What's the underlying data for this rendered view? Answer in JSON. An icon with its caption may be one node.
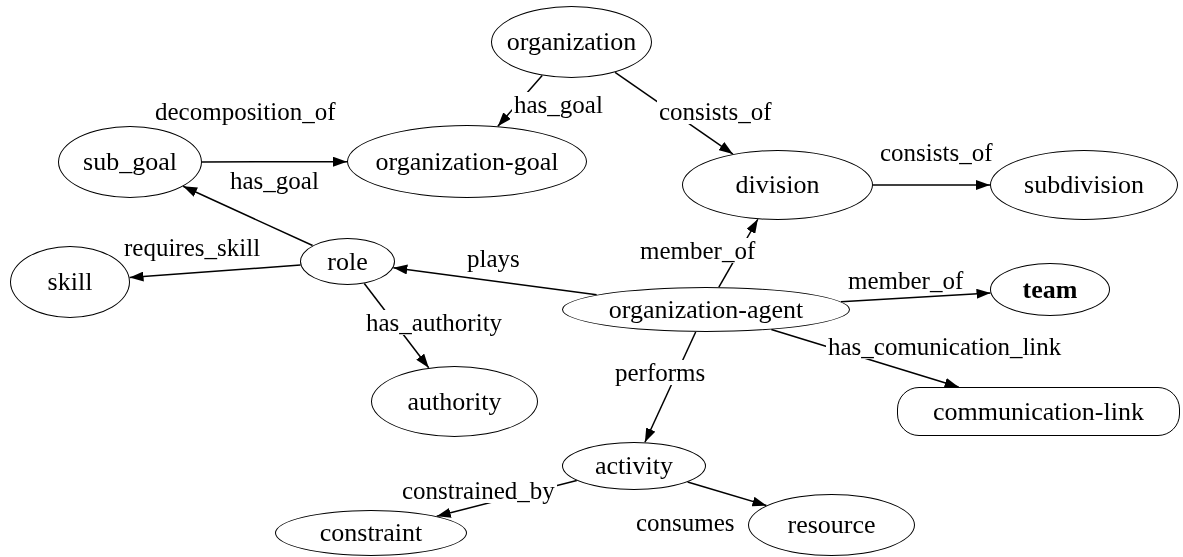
{
  "diagram": {
    "nodes": [
      {
        "text": [
          "organization"
        ]
      },
      {
        "text": [
          "organization-goal"
        ]
      },
      {
        "text": [
          "sub_goal"
        ]
      },
      {
        "text": [
          "division"
        ]
      },
      {
        "text": [
          "subdivision"
        ]
      },
      {
        "text": [
          "role"
        ]
      },
      {
        "text": [
          "skill"
        ]
      },
      {
        "text": [
          "organization-agent"
        ]
      },
      {
        "text": [
          "team"
        ]
      },
      {
        "text": [
          "authority"
        ]
      },
      {
        "text": [
          "communication-link"
        ]
      },
      {
        "text": [
          "activity"
        ]
      },
      {
        "text": [
          "constraint"
        ]
      },
      {
        "text": [
          "resource"
        ]
      }
    ],
    "edges": [
      {
        "from": 0,
        "to": 1,
        "arrow": "to",
        "label": "has_goal"
      },
      {
        "from": 2,
        "to": 1,
        "arrow": "to",
        "label": "decomposition_of"
      },
      {
        "from": 0,
        "to": 3,
        "arrow": "to",
        "label": "consists_of"
      },
      {
        "from": 3,
        "to": 4,
        "arrow": "to",
        "label": "consists_of"
      },
      {
        "from": 5,
        "to": 2,
        "arrow": "to",
        "label": "has_goal"
      },
      {
        "from": 5,
        "to": 6,
        "arrow": "to",
        "label": "requires_skill"
      },
      {
        "from": 7,
        "to": 5,
        "arrow": "to",
        "label": "plays"
      },
      {
        "from": 5,
        "to": 9,
        "arrow": "to",
        "label": "has_authority"
      },
      {
        "from": 7,
        "to": 3,
        "arrow": "to",
        "label": "member_of"
      },
      {
        "from": 7,
        "to": 8,
        "arrow": "to",
        "label": "member_of"
      },
      {
        "from": 7,
        "to": 10,
        "arrow": "to",
        "label": "has_comunication_link"
      },
      {
        "from": 7,
        "to": 11,
        "arrow": "to",
        "label": "performs"
      },
      {
        "from": 11,
        "to": 12,
        "arrow": "to",
        "label": "constrained_by"
      },
      {
        "from": 11,
        "to": 13,
        "arrow": "to",
        "label": "consumes"
      }
    ]
  }
}
